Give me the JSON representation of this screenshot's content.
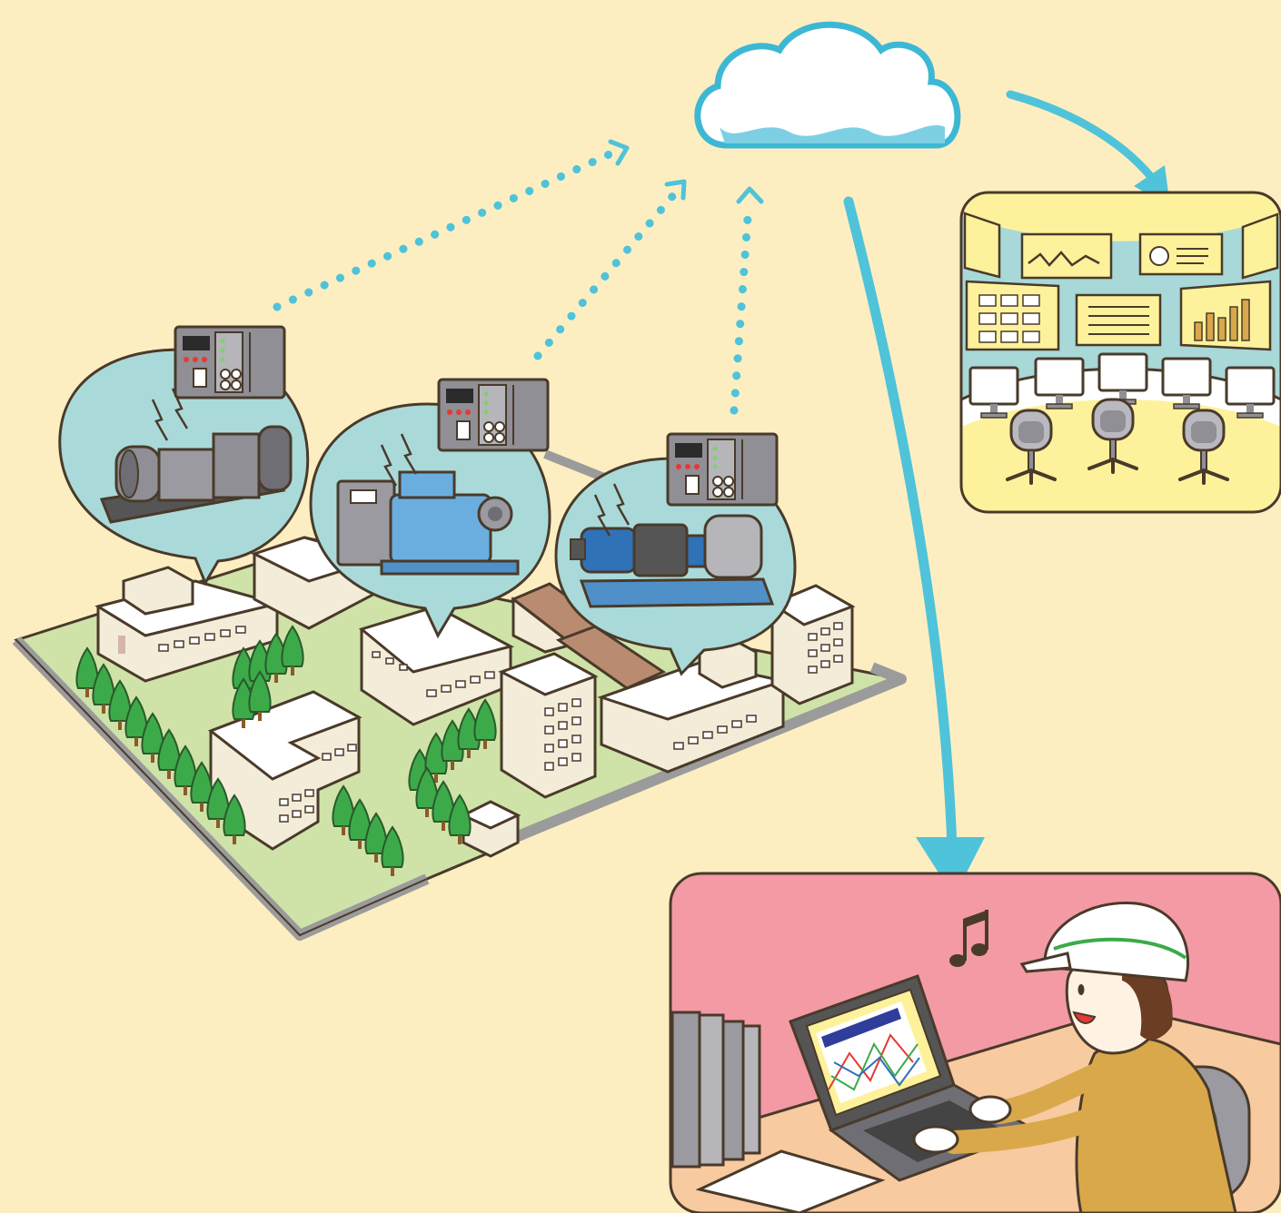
{
  "diagram": {
    "type": "iot-cloud-monitoring-illustration",
    "background_color": "#fdeec2",
    "colors": {
      "link": "#4fc3d9",
      "cloud_outline": "#3db8d4",
      "cloud_fill": "#ffffff",
      "ground": "#cfe3a8",
      "wall": "#9b9b9b",
      "bubble": "#a9dad9",
      "control_room_bg": "#a8d8d8",
      "office_bg": "#f39aa5",
      "plc": "#8f8f95",
      "outline": "#4a3a2a"
    },
    "nodes": [
      {
        "id": "cloud",
        "icon": "cloud-icon"
      },
      {
        "id": "factory",
        "icon": "factory-campus-icon"
      },
      {
        "id": "machine-1",
        "icon": "motor-generator-icon",
        "controller": "plc-controller-icon"
      },
      {
        "id": "machine-2",
        "icon": "pump-machine-icon",
        "controller": "plc-controller-icon"
      },
      {
        "id": "machine-3",
        "icon": "blue-motor-icon",
        "controller": "plc-controller-icon"
      },
      {
        "id": "control-room",
        "icon": "control-room-icon"
      },
      {
        "id": "remote-worker",
        "icon": "engineer-laptop-icon"
      }
    ],
    "links": [
      {
        "from": "machine-1",
        "to": "cloud",
        "style": "dotted"
      },
      {
        "from": "machine-2",
        "to": "cloud",
        "style": "dotted"
      },
      {
        "from": "machine-3",
        "to": "cloud",
        "style": "dotted"
      },
      {
        "from": "cloud",
        "to": "control-room",
        "style": "solid-arrow"
      },
      {
        "from": "cloud",
        "to": "remote-worker",
        "style": "solid-arrow"
      }
    ]
  }
}
